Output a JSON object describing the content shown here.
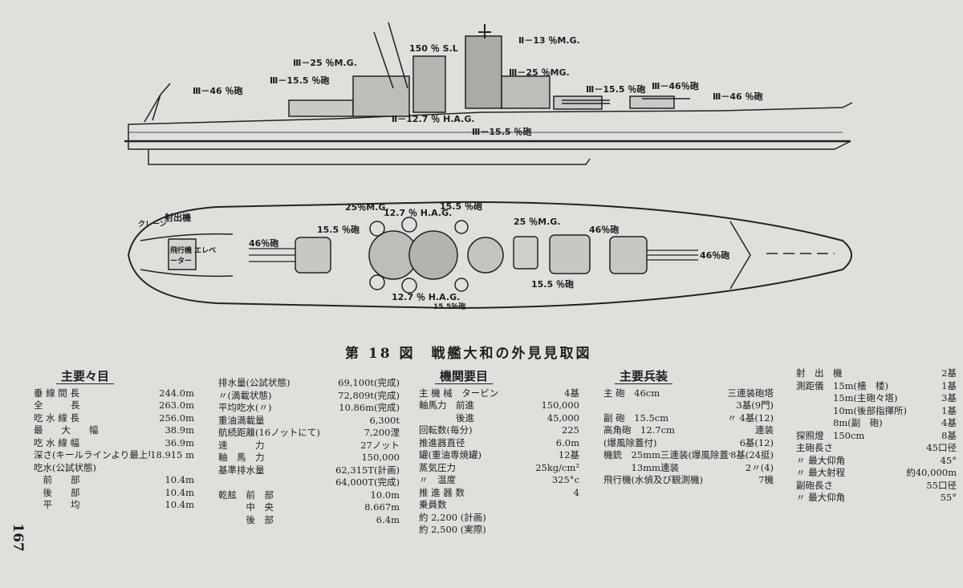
{
  "labels": {
    "side": {
      "ss_150": "150 ％ S.L",
      "mg13": "Ⅱ－13 ％M.G.",
      "mg25_left": "Ⅲ－25 ％M.G.",
      "mg25_right": "Ⅲ－25 ％MG.",
      "g155_left": "Ⅲ－15.5 ％砲",
      "g155_right": "Ⅲ－15.5 ％砲",
      "g46_left": "Ⅲ－46 ％砲",
      "g46_mid": "Ⅲ－46％砲",
      "g46_right": "Ⅲ－46 ％砲",
      "hag": "Ⅱ－12.7 ％ H.A.G.",
      "g155_low": "Ⅲ－15.5 ％砲"
    },
    "top": {
      "crane": "クレーン",
      "catapult": "射出機",
      "hangar": "飛行機 エレベーター",
      "mg25a": "25％M.G.",
      "hag_top": "12.7 ％ H.A.G.",
      "g155_top": "15.5 ％砲",
      "mg25b": "25 ％M.G.",
      "g155_a": "15.5 ％砲",
      "g46_a": "46％砲",
      "g46_b": "46％砲",
      "g46_c": "46％砲",
      "g155_b": "15.5 ％砲",
      "hag_bot": "12.7 ％ H.A.G.",
      "g155_bot": "15.5％砲"
    }
  },
  "caption": "第 18 図　戦艦大和の外見見取図",
  "page_number": "167",
  "sec1": {
    "head": "主要々目",
    "rows": [
      [
        "垂 線 間 長",
        "244.0m"
      ],
      [
        "全　　　長",
        "263.0m"
      ],
      [
        "吃 水 線 長",
        "256.0m"
      ],
      [
        "最　　大　　幅",
        "38.9m"
      ],
      [
        "吃 水 線 幅",
        "36.9m"
      ],
      [
        "深さ(キールラインより最上甲板側線迄)",
        "18.915 m"
      ],
      [
        "吃水(公試状態)",
        ""
      ],
      [
        "　前　　部",
        "10.4m"
      ],
      [
        "　後　　部",
        "10.4m"
      ],
      [
        "　平　　均",
        "10.4m"
      ]
    ]
  },
  "sec2": {
    "rows": [
      [
        "排水量(公試状態)",
        "69,100t(完成)"
      ],
      [
        "〃(満載状態)",
        "72,809t(完成)"
      ],
      [
        "平均吃水(〃)",
        "10.86m(完成)"
      ],
      [
        "重油満載量",
        "6,300t"
      ],
      [
        "航続距離(16ノットにて)",
        "7,200浬"
      ],
      [
        "速　　　力",
        "27ノット"
      ],
      [
        "軸　馬　力",
        "150,000"
      ],
      [
        "基準排水量",
        "62,315T(計画)"
      ],
      [
        "",
        "64,000T(完成)"
      ],
      [
        "乾舷　前　部",
        "10.0m"
      ],
      [
        "　　　中　央",
        "8.667m"
      ],
      [
        "　　　後　部",
        "6.4m"
      ]
    ]
  },
  "sec3": {
    "head": "機関要目",
    "rows": [
      [
        "主 機 械　タービン",
        "4基"
      ],
      [
        "軸馬力　前進",
        "150,000"
      ],
      [
        "　　　　後進",
        "45,000"
      ],
      [
        "回転数(毎分)",
        "225"
      ],
      [
        "推進器直径",
        "6.0m"
      ],
      [
        "罐(重油専焼罐)",
        "12基"
      ],
      [
        "蒸気圧力",
        "25kg/cm²"
      ],
      [
        "〃　温度",
        "325°c"
      ],
      [
        "推 進 器 数",
        "4"
      ],
      [
        "乗員数",
        ""
      ],
      [
        "約 2,200 (計画)",
        ""
      ],
      [
        "約 2,500 (実際)",
        ""
      ]
    ]
  },
  "sec4": {
    "head": "主要兵装",
    "rows": [
      [
        "主 砲　46cm",
        "三連装砲塔"
      ],
      [
        "",
        "3基(9門)"
      ],
      [
        "副 砲　15.5cm",
        "〃 4基(12)"
      ],
      [
        "高角砲　12.7cm",
        "連装"
      ],
      [
        "(爆風除蓋付)",
        "6基(12)"
      ],
      [
        "機銃　25mm三連装(爆風除蓋付)",
        "8基(24挺)"
      ],
      [
        "　　　13mm連装",
        "2〃(4)"
      ],
      [
        "飛行機(水偵及び観測機)",
        "7機"
      ]
    ]
  },
  "sec5": {
    "rows": [
      [
        "射　出　機",
        "2基"
      ],
      [
        "測距儀　15m(檣　楼)",
        "1基"
      ],
      [
        "　　　　15m(主砲々塔)",
        "3基"
      ],
      [
        "　　　　10m(後部指揮所)",
        "1基"
      ],
      [
        "　　　　8m(副　砲)",
        "4基"
      ],
      [
        "探照燈　150cm",
        "8基"
      ],
      [
        "主砲長さ",
        "45口径"
      ],
      [
        "〃 最大仰角",
        "45°"
      ],
      [
        "〃 最大射程",
        "約40,000m"
      ],
      [
        "副砲長さ",
        "55口径"
      ],
      [
        "〃 最大仰角",
        "55°"
      ]
    ]
  }
}
